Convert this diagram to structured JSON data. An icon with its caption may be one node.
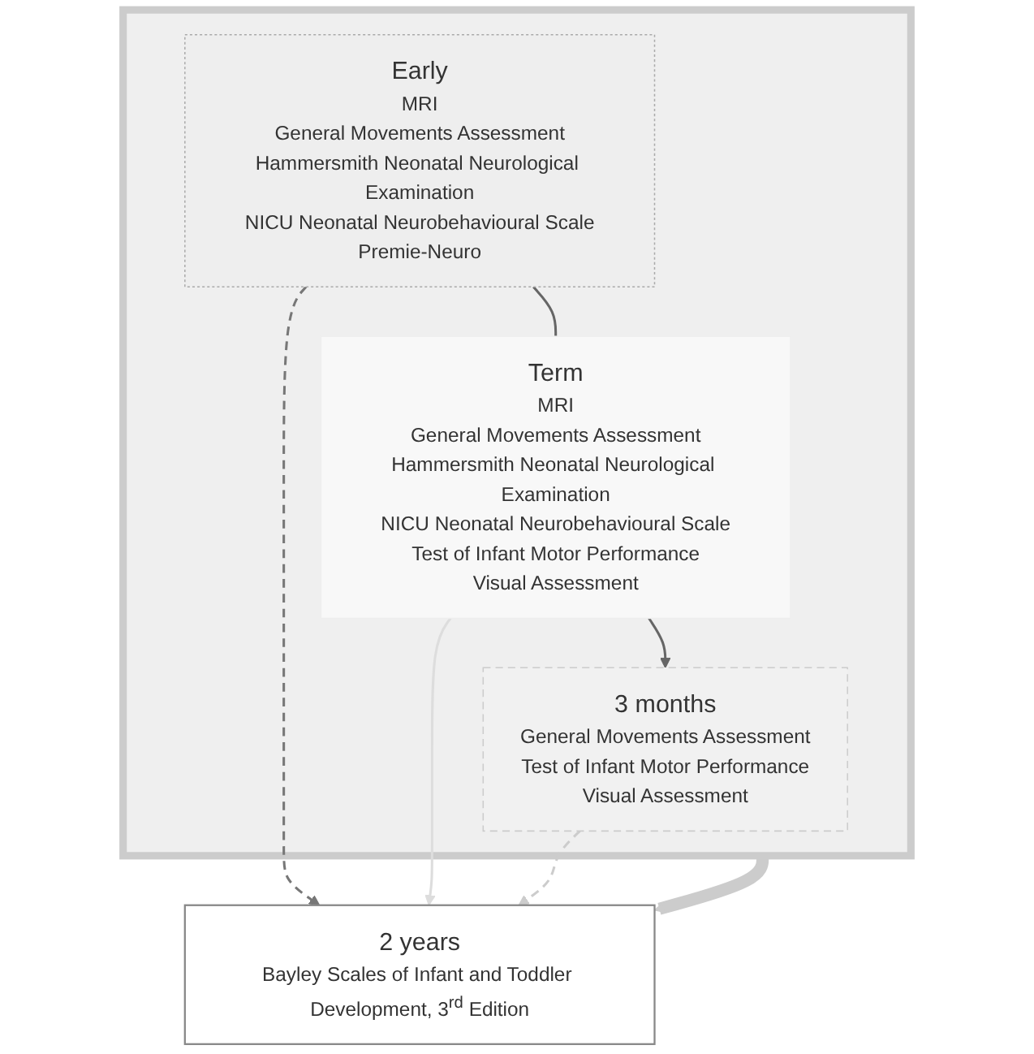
{
  "diagram": {
    "nodes": [
      {
        "text": [],
        "shape": "box"
      },
      {
        "text": [
          "Early",
          "MRI",
          "General Movements Assessment",
          "Hammersmith Neonatal Neurological Examination",
          "NICU Neonatal Neurobehavioural Scale",
          "Premie-Neuro"
        ],
        "in": 0
      },
      {
        "text": [
          "Term",
          "MRI",
          "General Movements Assessment",
          "Hammersmith Neonatal Neurological Examination",
          "NICU Neonatal Neurobehavioural Scale",
          "Test of Infant Motor Performance",
          "Visual Assessment"
        ],
        "in": 0
      },
      {
        "text": [
          "3 months",
          "General Movements Assessment",
          "Test of Infant Motor Performance",
          "Visual Assessment"
        ],
        "in": 0
      },
      {
        "text": [
          "2 years",
          "Bayley Scales of Infant and Toddler Development, 3$^{rd}$ Edition"
        ]
      }
    ],
    "edges": [
      {
        "from": 1,
        "to": 2,
        "arrow": "none"
      },
      {
        "from": 2,
        "to": 3,
        "arrow": "to"
      },
      {
        "from": 1,
        "to": 4,
        "arrow": "to",
        "style": "dashed",
        "color": "#777777"
      },
      {
        "from": 2,
        "to": 4,
        "arrow": "to",
        "color": "#dddddd"
      },
      {
        "from": 3,
        "to": 4,
        "arrow": "to",
        "style": "dashed",
        "color": "#cccccc"
      },
      {
        "from": 0,
        "to": 4,
        "arrow": "to",
        "style": "thick",
        "color": "#cccccc"
      }
    ]
  }
}
